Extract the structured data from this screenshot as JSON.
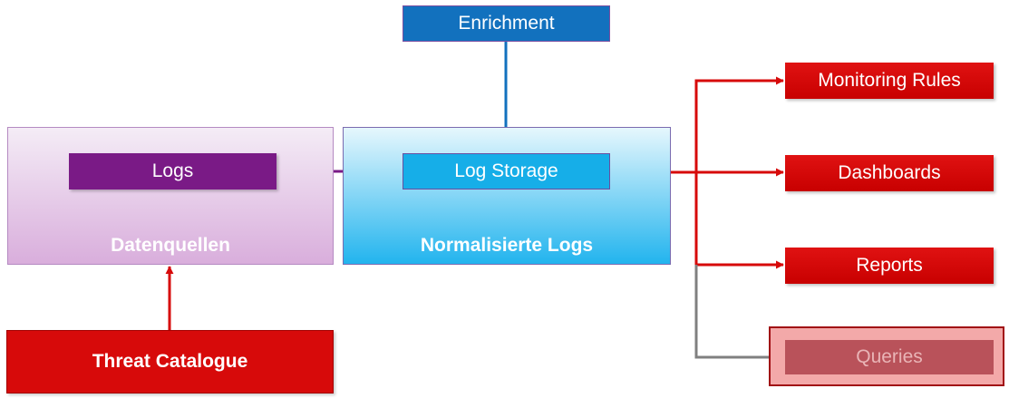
{
  "colors": {
    "purple": "#7a1a86",
    "cyan": "#16aee8",
    "blue": "#1271be",
    "red": "#d70a0a",
    "gray": "#808080",
    "muted_red": "#b9525a"
  },
  "groups": {
    "datenquellen": {
      "label": "Datenquellen"
    },
    "normalisiert": {
      "label": "Normalisierte Logs"
    }
  },
  "nodes": {
    "logs": {
      "label": "Logs"
    },
    "log_storage": {
      "label": "Log Storage"
    },
    "enrichment": {
      "label": "Enrichment"
    },
    "threat_catalogue": {
      "label": "Threat Catalogue"
    },
    "monitoring_rules": {
      "label": "Monitoring Rules"
    },
    "dashboards": {
      "label": "Dashboards"
    },
    "reports": {
      "label": "Reports"
    },
    "queries": {
      "label": "Queries",
      "state": "muted"
    }
  },
  "edges": [
    {
      "from": "logs",
      "to": "log_storage",
      "color": "purple"
    },
    {
      "from": "enrichment",
      "to": "log_storage",
      "color": "blue"
    },
    {
      "from": "threat_catalogue",
      "to": "datenquellen",
      "color": "red"
    },
    {
      "from": "log_storage",
      "to": "monitoring_rules",
      "color": "red"
    },
    {
      "from": "log_storage",
      "to": "dashboards",
      "color": "red"
    },
    {
      "from": "log_storage",
      "to": "reports",
      "color": "red"
    },
    {
      "from": "log_storage",
      "to": "queries",
      "color": "gray"
    }
  ]
}
